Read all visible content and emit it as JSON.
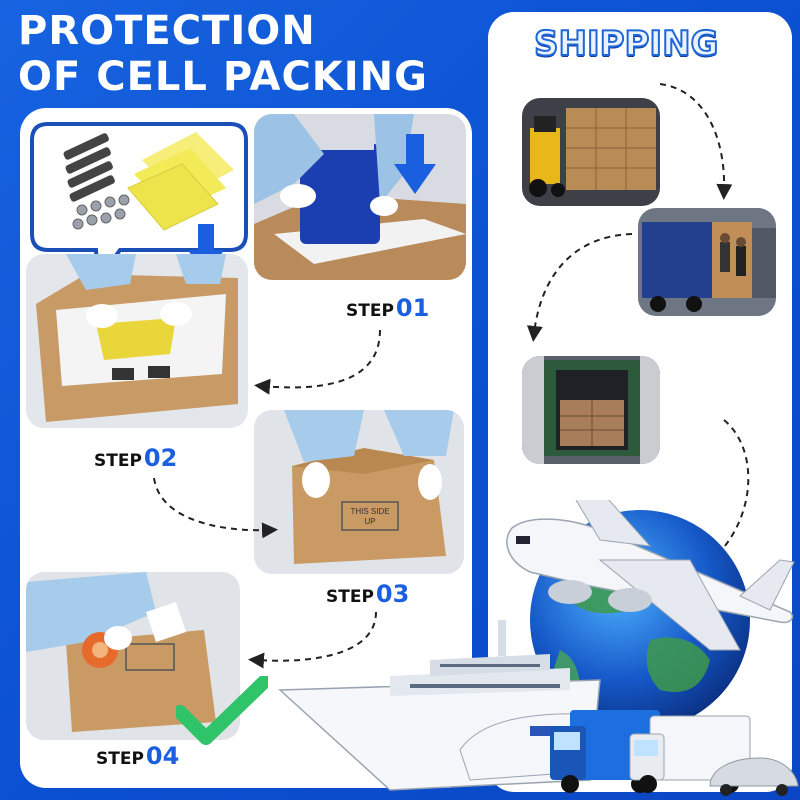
{
  "title": {
    "line1": "PROTECTION",
    "line2": "OF CELL PACKING"
  },
  "shipping": {
    "title": "SHIPPING"
  },
  "steps": [
    {
      "word": "STEP",
      "num": "01"
    },
    {
      "word": "STEP",
      "num": "02"
    },
    {
      "word": "STEP",
      "num": "03"
    },
    {
      "word": "STEP",
      "num": "04"
    }
  ],
  "box_print": {
    "line1": "THIS SIDE",
    "line2": "UP"
  },
  "colors": {
    "background": "#1262dd",
    "accent_blue": "#1a5fe0",
    "check_green": "#2fc46a",
    "insulation_yellow": "#f2ea56"
  },
  "icons": [
    "down-arrow-icon",
    "check-icon",
    "dashed-arrow-icon"
  ]
}
